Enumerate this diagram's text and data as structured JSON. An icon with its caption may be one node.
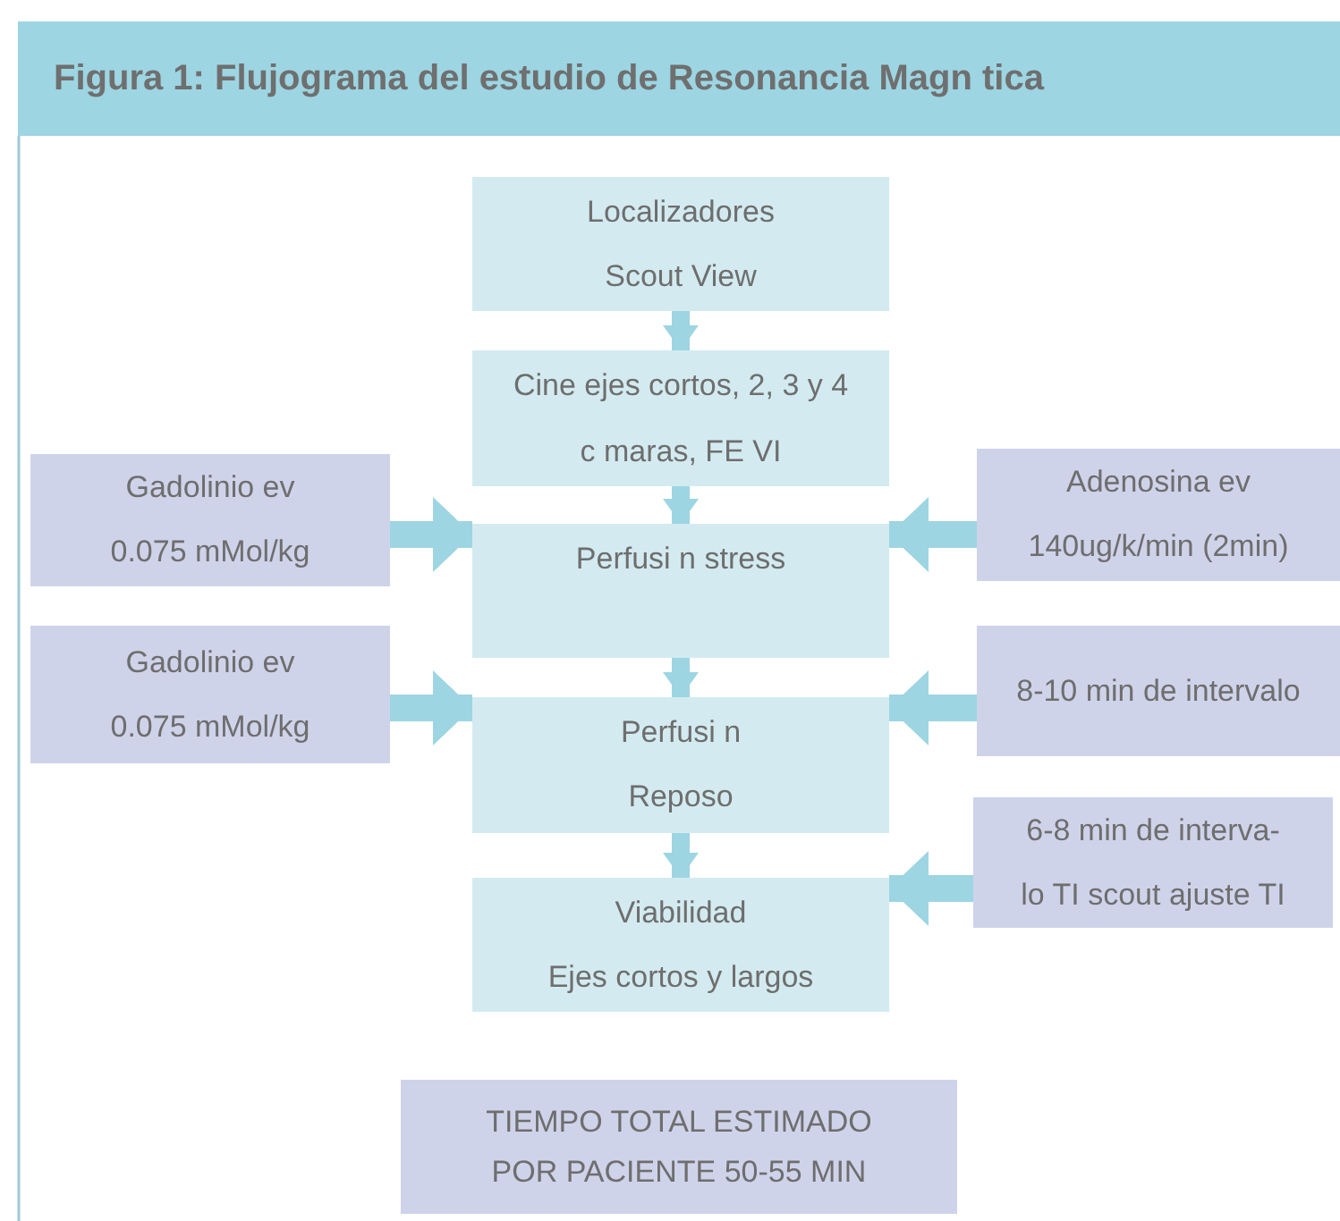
{
  "diagram": {
    "title": "Figura 1: Flujograma del estudio de Resonancia Magn tica",
    "nodes": [
      {
        "text": [
          "Localizadores",
          "Scout View"
        ]
      },
      {
        "text": [
          "Cine ejes cortos, 2, 3 y 4 c maras, FE VI"
        ]
      },
      {
        "text": [
          "Perfusi n stress"
        ]
      },
      {
        "text": [
          "Perfusi n",
          "Reposo"
        ]
      },
      {
        "text": [
          "Viabilidad",
          "Ejes cortos y largos"
        ]
      },
      {
        "text": [
          "Gadolinio ev",
          "0.075 mMol/kg"
        ]
      },
      {
        "text": [
          "Gadolinio ev",
          "0.075 mMol/kg"
        ]
      },
      {
        "text": [
          "Adenosina ev",
          "140ug/k/min (2min)"
        ]
      },
      {
        "text": [
          "8-10 min de intervalo"
        ]
      },
      {
        "text": [
          "6-8 min de interva-",
          "lo TI scout ajuste TI"
        ]
      },
      {
        "text": [
          "TIEMPO TOTAL ESTIMADO",
          "POR PACIENTE 50-55 MIN"
        ]
      }
    ],
    "edges": [
      {
        "from": 0,
        "to": 1,
        "arrow": "to"
      },
      {
        "from": 1,
        "to": 2,
        "arrow": "to"
      },
      {
        "from": 2,
        "to": 3,
        "arrow": "to"
      },
      {
        "from": 3,
        "to": 4,
        "arrow": "to"
      },
      {
        "from": 5,
        "to": 2,
        "arrow": "to"
      },
      {
        "from": 7,
        "to": 2,
        "arrow": "to"
      },
      {
        "from": 6,
        "to": 3,
        "arrow": "to"
      },
      {
        "from": 8,
        "to": 3,
        "arrow": "to"
      },
      {
        "from": 9,
        "to": 4,
        "arrow": "to"
      }
    ]
  }
}
